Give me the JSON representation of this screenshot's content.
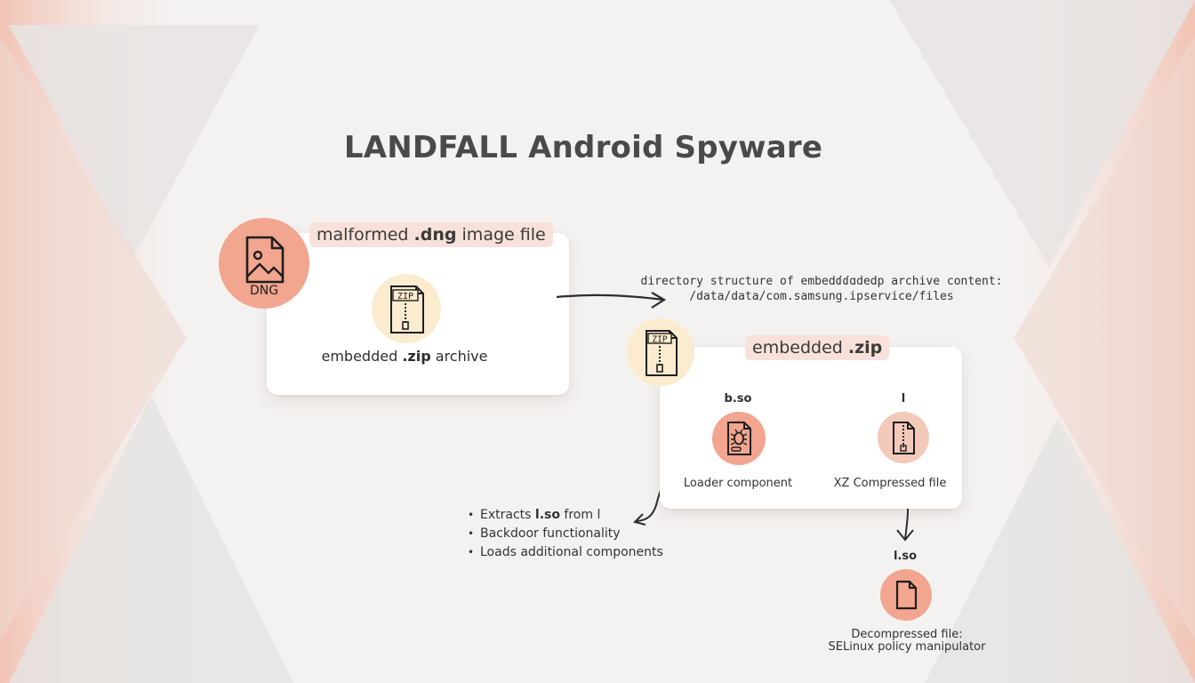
{
  "title": "LANDFALL Android Spyware",
  "dng_card": {
    "label_prefix": "malformed",
    "label_bold": ".dng",
    "label_suffix": "image file",
    "icon_text": "DNG",
    "zip_icon_text": "ZIP",
    "embedded_prefix": "embedded",
    "embedded_bold": ".zip",
    "embedded_suffix": "archive"
  },
  "directory_note": {
    "line1": "directory structure of embedɗɗɑdedp archive content:",
    "line2": "/data/data/com.samsung.ipservice/files"
  },
  "zip_card": {
    "zip_icon_text": "ZIP",
    "label_prefix": "embedded",
    "label_bold": ".zip",
    "bso_title": "b.so",
    "bso_caption": "Loader component",
    "l_title": "l",
    "l_caption": "XZ Compressed file"
  },
  "bullets": [
    {
      "prefix": "Extracts",
      "bold": "l.so",
      "suffix": "from l"
    },
    {
      "prefix": "Backdoor functionality",
      "bold": "",
      "suffix": ""
    },
    {
      "prefix": "Loads additional components",
      "bold": "",
      "suffix": ""
    }
  ],
  "lso": {
    "title": "l.so",
    "caption_line1": "Decompressed file:",
    "caption_line2": "SELinux policy manipulator"
  },
  "colors": {
    "accent_salmon": "#f2a58f",
    "accent_cream": "#fbecd0",
    "accent_peach": "#f3c9ba",
    "label_bg": "#f8e1da"
  }
}
